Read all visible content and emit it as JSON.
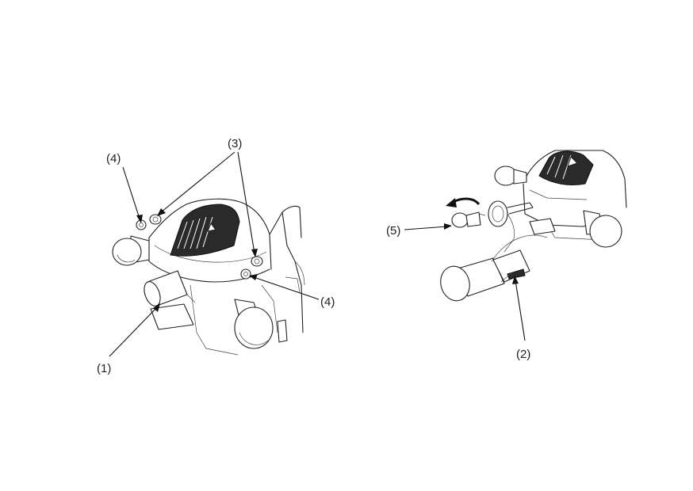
{
  "callouts": {
    "label_1": "(1)",
    "label_2": "(2)",
    "label_3": "(3)",
    "label_4_top": "(4)",
    "label_4_right": "(4)",
    "label_5": "(5)"
  },
  "colors": {
    "ink": "#222222",
    "background": "#ffffff",
    "shade": "#2a2a2a"
  }
}
